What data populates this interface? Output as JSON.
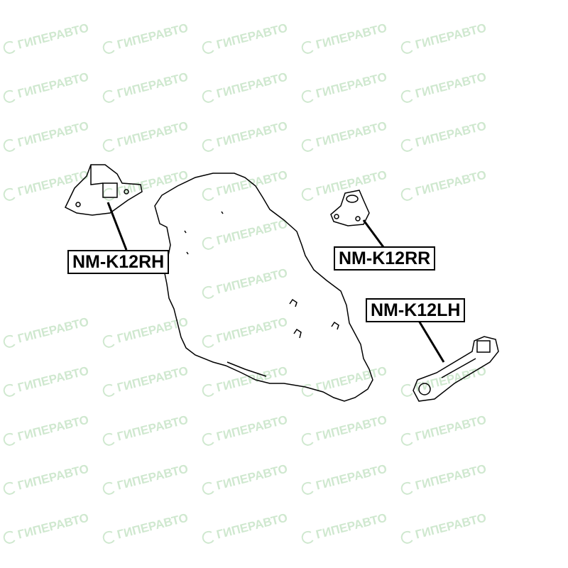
{
  "watermark": {
    "text": "ГИПЕРАВТО",
    "color": "#cfe8cf"
  },
  "labels": {
    "rh": "NM-K12RH",
    "rr": "NM-K12RR",
    "lh": "NM-K12LH"
  }
}
